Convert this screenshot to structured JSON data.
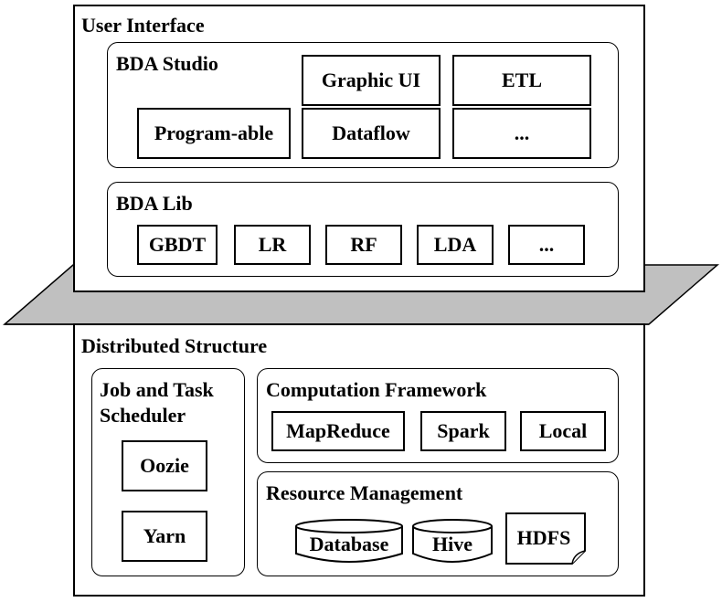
{
  "ui_layer": {
    "title": "User Interface",
    "studio": {
      "title": "BDA Studio",
      "items": [
        "Graphic UI",
        "ETL",
        "Program-able",
        "Dataflow",
        "..."
      ]
    },
    "lib": {
      "title": "BDA Lib",
      "items": [
        "GBDT",
        "LR",
        "RF",
        "LDA",
        "..."
      ]
    }
  },
  "distributed_layer": {
    "title": "Distributed Structure",
    "scheduler": {
      "title_line1": "Job and Task",
      "title_line2": "Scheduler",
      "items": [
        "Oozie",
        "Yarn"
      ]
    },
    "computation": {
      "title": "Computation Framework",
      "items": [
        "MapReduce",
        "Spark",
        "Local"
      ]
    },
    "resources": {
      "title": "Resource Management",
      "database": "Database",
      "hive": "Hive",
      "hdfs": "HDFS"
    }
  },
  "colors": {
    "separator_fill": "#c0c0c0",
    "stroke": "#000000"
  }
}
